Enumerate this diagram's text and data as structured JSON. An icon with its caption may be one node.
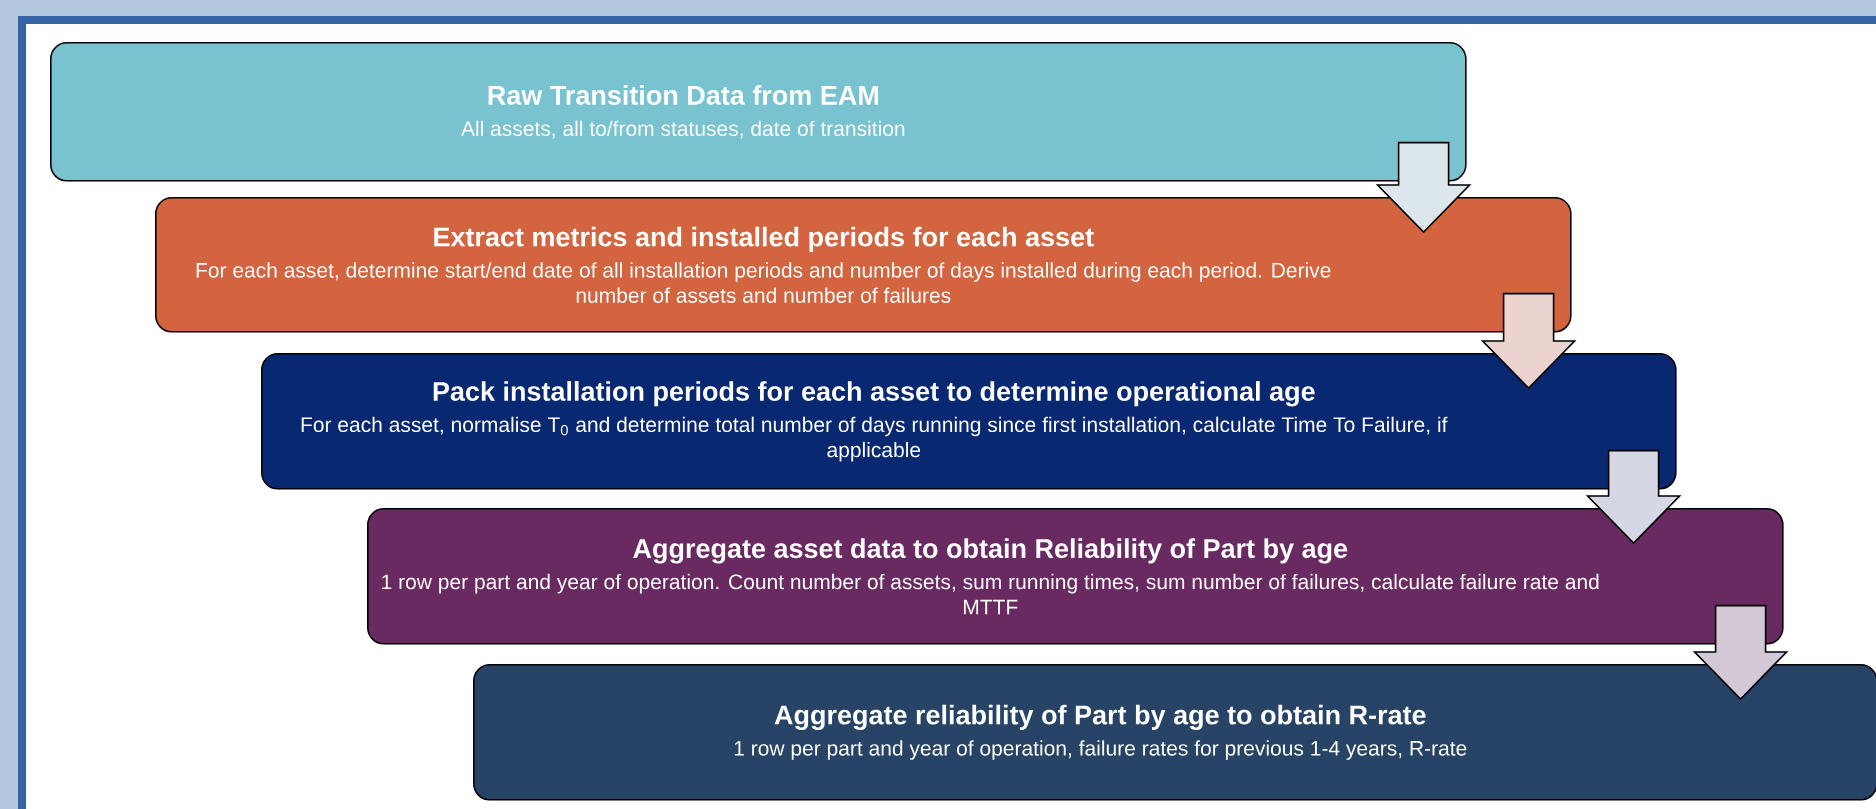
{
  "diagram": {
    "nodes": [
      {
        "text": [
          "Raw Transition Data from EAM",
          "All assets, all to/from statuses, date of transition"
        ]
      },
      {
        "text": [
          "Extract metrics and installed periods for each asset",
          "For each asset, determine start/end date of all installation periods and number of days installed during each period. Derive number of assets and number of failures"
        ]
      },
      {
        "text": [
          "Pack installation periods for each asset to determine operational age",
          "For each asset, normalise T$_{0}$ and determine total number of days running since first installation, calculate Time To Failure, if applicable"
        ]
      },
      {
        "text": [
          "Aggregate asset data to obtain Reliability of Part by age",
          "1 row per part and year of operation. Count number of assets, sum running times, sum number of failures, calculate failure rate and MTTF"
        ]
      },
      {
        "text": [
          "Aggregate reliability of Part by age to obtain R-rate",
          "1 row per part and year of operation, failure rates for previous 1-4 years, R-rate"
        ]
      }
    ],
    "edges": [
      {
        "from": 0,
        "to": 1,
        "arrow": "to"
      },
      {
        "from": 1,
        "to": 2,
        "arrow": "to"
      },
      {
        "from": 2,
        "to": 3,
        "arrow": "to"
      },
      {
        "from": 3,
        "to": 4,
        "arrow": "to"
      }
    ]
  }
}
